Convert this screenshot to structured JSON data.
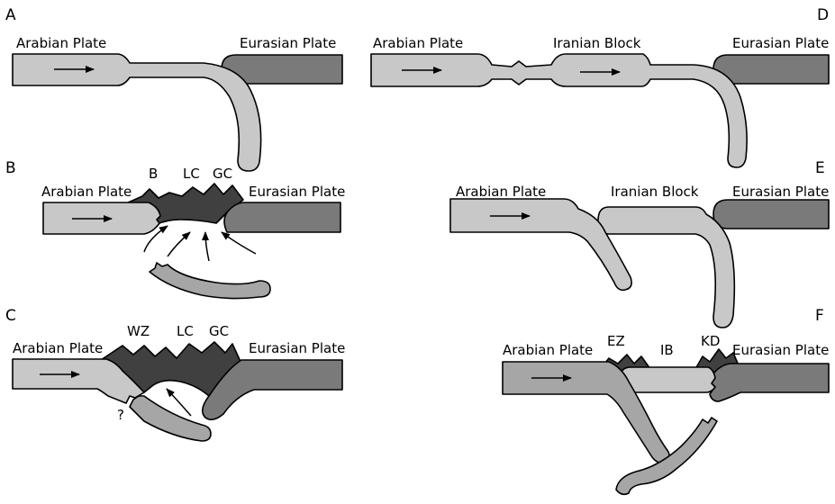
{
  "panels": {
    "a": {
      "letter": "A",
      "left_plate": "Arabian Plate",
      "right_plate": "Eurasian Plate"
    },
    "b": {
      "letter": "B",
      "left_plate": "Arabian Plate",
      "right_plate": "Eurasian Plate",
      "mark_1": "B",
      "mark_2": "LC",
      "mark_3": "GC"
    },
    "c": {
      "letter": "C",
      "left_plate": "Arabian Plate",
      "right_plate": "Eurasian Plate",
      "mark_1": "WZ",
      "mark_2": "LC",
      "mark_3": "GC",
      "question": "?"
    },
    "d": {
      "letter": "D",
      "left_plate": "Arabian Plate",
      "middle_block": "Iranian Block",
      "right_plate": "Eurasian Plate"
    },
    "e": {
      "letter": "E",
      "left_plate": "Arabian Plate",
      "middle_block": "Iranian Block",
      "right_plate": "Eurasian Plate"
    },
    "f": {
      "letter": "F",
      "left_plate": "Arabian Plate",
      "right_plate": "Eurasian Plate",
      "mark_1": "EZ",
      "mark_2": "IB",
      "mark_3": "KD"
    }
  },
  "colors": {
    "arabian_plate": "#c8c8c8",
    "eurasian_plate": "#7a7a7a",
    "slab": "#a6a6a6",
    "orogen": "#404040",
    "outline": "#000000"
  }
}
